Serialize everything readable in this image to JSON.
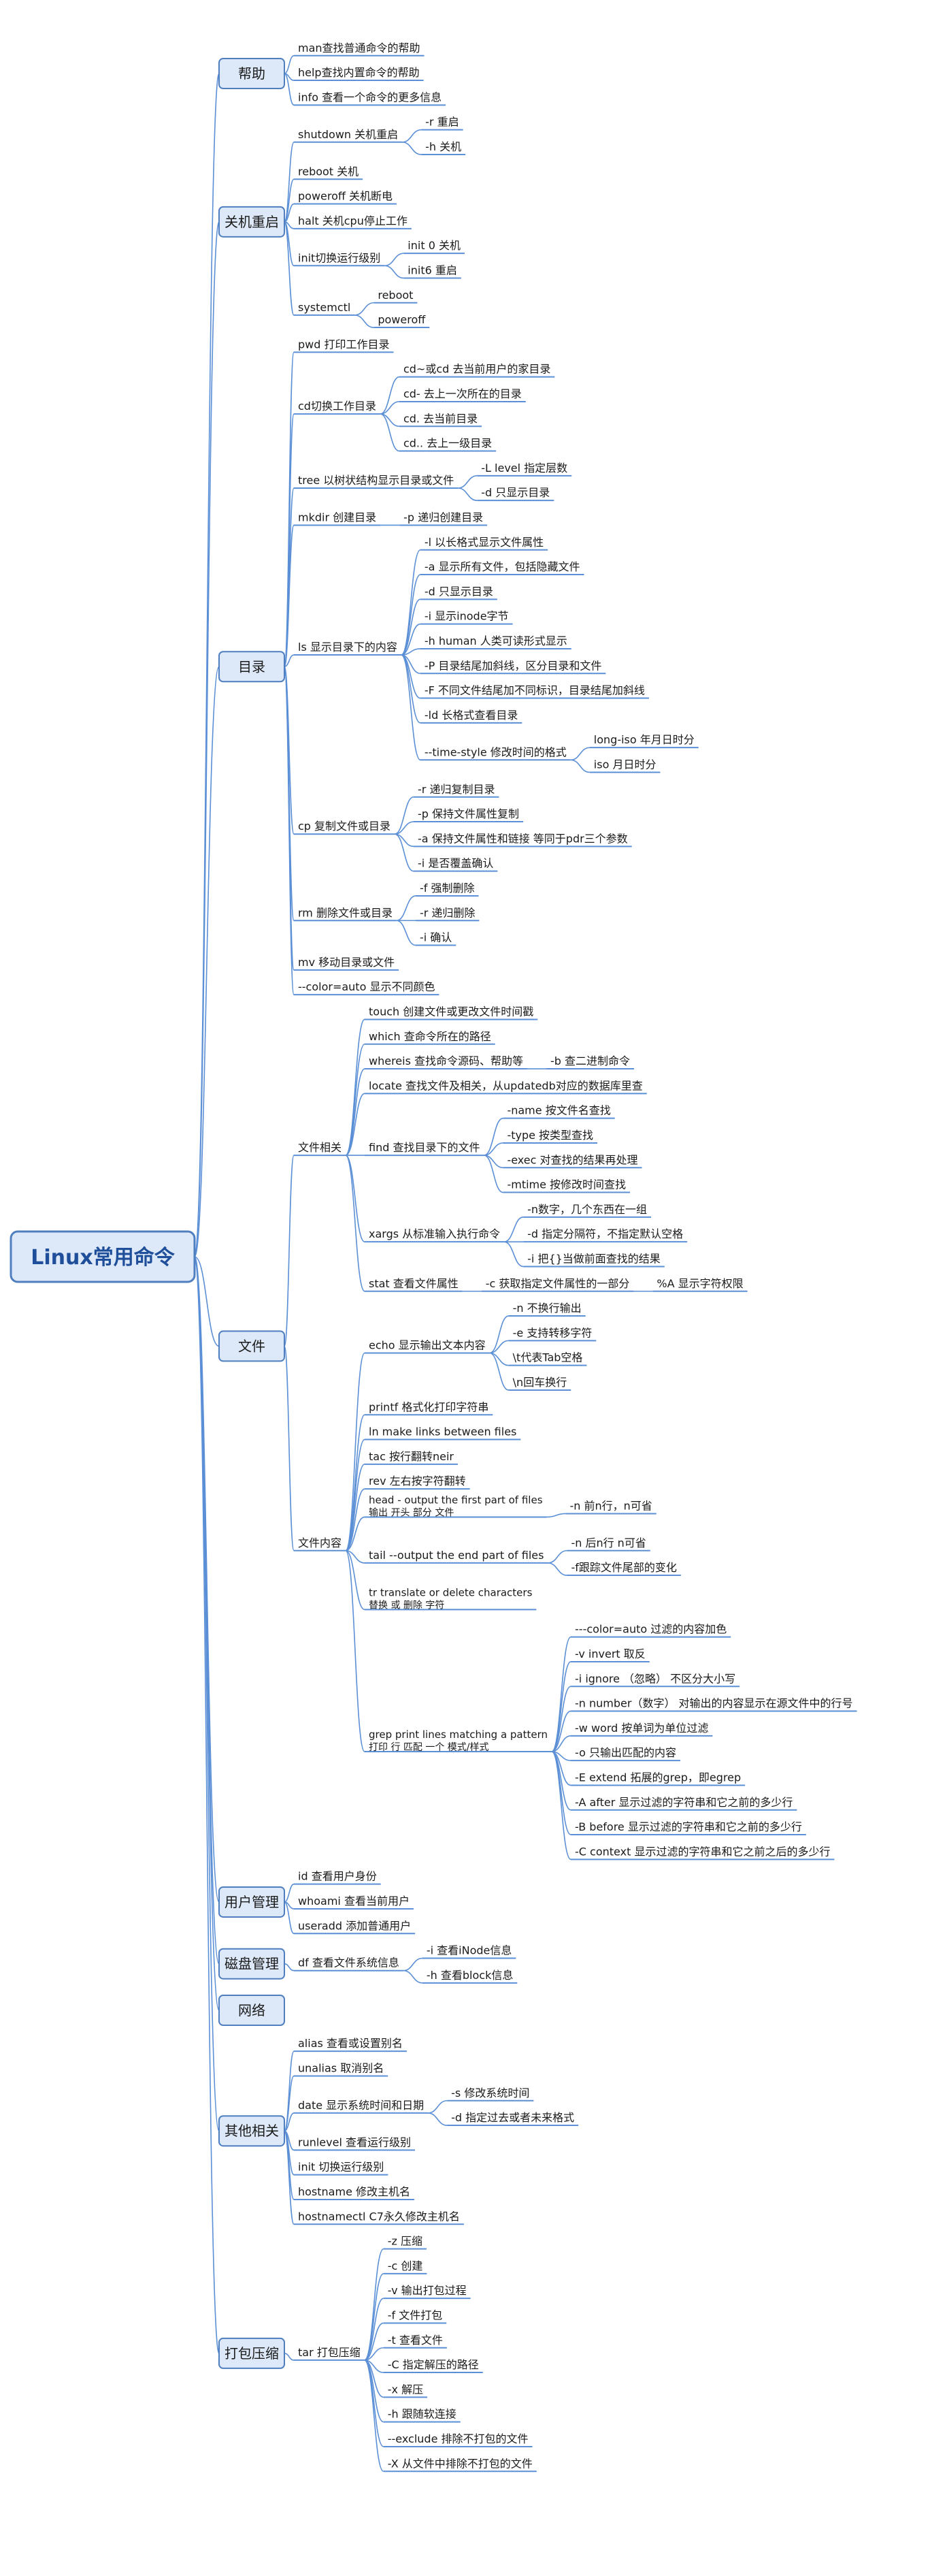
{
  "root": "Linux常用命令",
  "branches": [
    {
      "label": "帮助",
      "children": [
        {
          "label": "man查找普通命令的帮助"
        },
        {
          "label": "help查找内置命令的帮助"
        },
        {
          "label": "info 查看一个命令的更多信息"
        }
      ]
    },
    {
      "label": "关机重启",
      "children": [
        {
          "label": "shutdown 关机重启",
          "children": [
            {
              "label": "-r 重启"
            },
            {
              "label": "-h 关机"
            }
          ]
        },
        {
          "label": "reboot 关机"
        },
        {
          "label": "poweroff 关机断电"
        },
        {
          "label": "halt 关机cpu停止工作"
        },
        {
          "label": "init切换运行级别",
          "children": [
            {
              "label": "init 0 关机"
            },
            {
              "label": "init6 重启"
            }
          ]
        },
        {
          "label": "systemctl",
          "children": [
            {
              "label": "reboot"
            },
            {
              "label": "poweroff"
            }
          ]
        }
      ]
    },
    {
      "label": "目录",
      "children": [
        {
          "label": "pwd 打印工作目录"
        },
        {
          "label": "cd切换工作目录",
          "children": [
            {
              "label": "cd~或cd 去当前用户的家目录"
            },
            {
              "label": "cd- 去上一次所在的目录"
            },
            {
              "label": "cd. 去当前目录"
            },
            {
              "label": "cd.. 去上一级目录"
            }
          ]
        },
        {
          "label": "tree 以树状结构显示目录或文件",
          "children": [
            {
              "label": "-L level 指定层数"
            },
            {
              "label": "-d 只显示目录"
            }
          ]
        },
        {
          "label": "mkdir 创建目录",
          "children": [
            {
              "label": "-p 递归创建目录"
            }
          ]
        },
        {
          "label": "ls 显示目录下的内容",
          "children": [
            {
              "label": "-l 以长格式显示文件属性"
            },
            {
              "label": "-a 显示所有文件，包括隐藏文件"
            },
            {
              "label": "-d 只显示目录"
            },
            {
              "label": "-i 显示inode字节"
            },
            {
              "label": "-h human 人类可读形式显示"
            },
            {
              "label": "-P 目录结尾加斜线，区分目录和文件"
            },
            {
              "label": "-F 不同文件结尾加不同标识，目录结尾加斜线"
            },
            {
              "label": "-ld 长格式查看目录"
            },
            {
              "label": "--time-style 修改时间的格式",
              "children": [
                {
                  "label": "long-iso 年月日时分"
                },
                {
                  "label": "iso 月日时分"
                }
              ]
            }
          ]
        },
        {
          "label": "cp 复制文件或目录",
          "children": [
            {
              "label": "-r 递归复制目录"
            },
            {
              "label": "-p 保持文件属性复制"
            },
            {
              "label": "-a 保持文件属性和链接 等同于pdr三个参数"
            },
            {
              "label": "-i 是否覆盖确认"
            }
          ]
        },
        {
          "label": "rm 删除文件或目录",
          "children": [
            {
              "label": "-f 强制删除"
            },
            {
              "label": "-r 递归删除"
            },
            {
              "label": "-i 确认"
            }
          ]
        },
        {
          "label": "mv 移动目录或文件"
        },
        {
          "label": "--color=auto 显示不同颜色"
        }
      ]
    },
    {
      "label": "文件",
      "children": [
        {
          "label": "文件相关",
          "children": [
            {
              "label": "touch 创建文件或更改文件时间戳"
            },
            {
              "label": "which 查命令所在的路径"
            },
            {
              "label": "whereis 查找命令源码、帮助等",
              "children": [
                {
                  "label": "-b 查二进制命令"
                }
              ]
            },
            {
              "label": "locate 查找文件及相关，从updatedb对应的数据库里查"
            },
            {
              "label": "find 查找目录下的文件",
              "children": [
                {
                  "label": "-name 按文件名查找"
                },
                {
                  "label": "-type 按类型查找"
                },
                {
                  "label": "-exec 对查找的结果再处理"
                },
                {
                  "label": "-mtime 按修改时间查找"
                }
              ]
            },
            {
              "label": "xargs 从标准输入执行命令",
              "children": [
                {
                  "label": "-n数字，几个东西在一组"
                },
                {
                  "label": "-d 指定分隔符，不指定默认空格"
                },
                {
                  "label": "-i 把{}当做前面查找的结果"
                }
              ]
            },
            {
              "label": "stat 查看文件属性",
              "children": [
                {
                  "label": "-c 获取指定文件属性的一部分",
                  "children": [
                    {
                      "label": "%A 显示字符权限"
                    }
                  ]
                }
              ]
            }
          ]
        },
        {
          "label": "文件内容",
          "children": [
            {
              "label": "echo 显示输出文本内容",
              "children": [
                {
                  "label": "-n 不换行输出"
                },
                {
                  "label": "-e 支持转移字符"
                },
                {
                  "label": "\\t代表Tab空格"
                },
                {
                  "label": "\\n回车换行"
                }
              ]
            },
            {
              "label": "printf 格式化打印字符串"
            },
            {
              "label": "ln make links between files"
            },
            {
              "label": "tac 按行翻转neir"
            },
            {
              "label": "rev 左右按字符翻转"
            },
            {
              "label": "head - output the first part of files",
              "sub": "输出 开头 部分 文件",
              "children": [
                {
                  "label": "-n 前n行，n可省"
                }
              ]
            },
            {
              "label": "tail --output the end part of files",
              "children": [
                {
                  "label": "-n 后n行 n可省"
                },
                {
                  "label": "-f跟踪文件尾部的变化"
                }
              ]
            },
            {
              "label": "tr translate or delete characters",
              "sub": "替换 或 删除 字符"
            },
            {
              "label": "grep print lines matching a pattern",
              "sub": "打印 行 匹配 一个 模式/样式",
              "children": [
                {
                  "label": "---color=auto 过滤的内容加色"
                },
                {
                  "label": "-v invert 取反"
                },
                {
                  "label": "-i ignore （忽略） 不区分大小写"
                },
                {
                  "label": "-n number（数字） 对输出的内容显示在源文件中的行号"
                },
                {
                  "label": "-w word 按单词为单位过滤"
                },
                {
                  "label": "-o 只输出匹配的内容"
                },
                {
                  "label": "-E extend 拓展的grep，即egrep"
                },
                {
                  "label": "-A after 显示过滤的字符串和它之前的多少行"
                },
                {
                  "label": "-B before 显示过滤的字符串和它之前的多少行"
                },
                {
                  "label": "-C context 显示过滤的字符串和它之前之后的多少行"
                }
              ]
            }
          ]
        }
      ]
    },
    {
      "label": "用户管理",
      "children": [
        {
          "label": "id 查看用户身份"
        },
        {
          "label": "whoami 查看当前用户"
        },
        {
          "label": "useradd 添加普通用户"
        }
      ]
    },
    {
      "label": "磁盘管理",
      "children": [
        {
          "label": "df 查看文件系统信息",
          "children": [
            {
              "label": "-i 查看iNode信息"
            },
            {
              "label": "-h 查看block信息"
            }
          ]
        }
      ]
    },
    {
      "label": "网络",
      "children": []
    },
    {
      "label": "其他相关",
      "children": [
        {
          "label": "alias 查看或设置别名"
        },
        {
          "label": "unalias 取消别名"
        },
        {
          "label": "date 显示系统时间和日期",
          "children": [
            {
              "label": "-s 修改系统时间"
            },
            {
              "label": "-d 指定过去或者未来格式"
            }
          ]
        },
        {
          "label": "runlevel 查看运行级别"
        },
        {
          "label": "init 切换运行级别"
        },
        {
          "label": "hostname 修改主机名"
        },
        {
          "label": "hostnamectl C7永久修改主机名"
        }
      ]
    },
    {
      "label": "打包压缩",
      "children": [
        {
          "label": "tar 打包压缩",
          "children": [
            {
              "label": "-z 压缩"
            },
            {
              "label": "-c 创建"
            },
            {
              "label": "-v 输出打包过程"
            },
            {
              "label": "-f 文件打包"
            },
            {
              "label": "-t 查看文件"
            },
            {
              "label": "-C 指定解压的路径"
            },
            {
              "label": "-x 解压"
            },
            {
              "label": "-h 跟随软连接"
            },
            {
              "label": "--exclude 排除不打包的文件"
            },
            {
              "label": "-X 从文件中排除不打包的文件"
            }
          ]
        }
      ]
    }
  ],
  "colors": {
    "line": "#5b8fd6",
    "box_fill": "#dde9f8",
    "box_border": "#4f7fc0",
    "root_text": "#1f4e9a",
    "text": "#1a1a1a"
  }
}
